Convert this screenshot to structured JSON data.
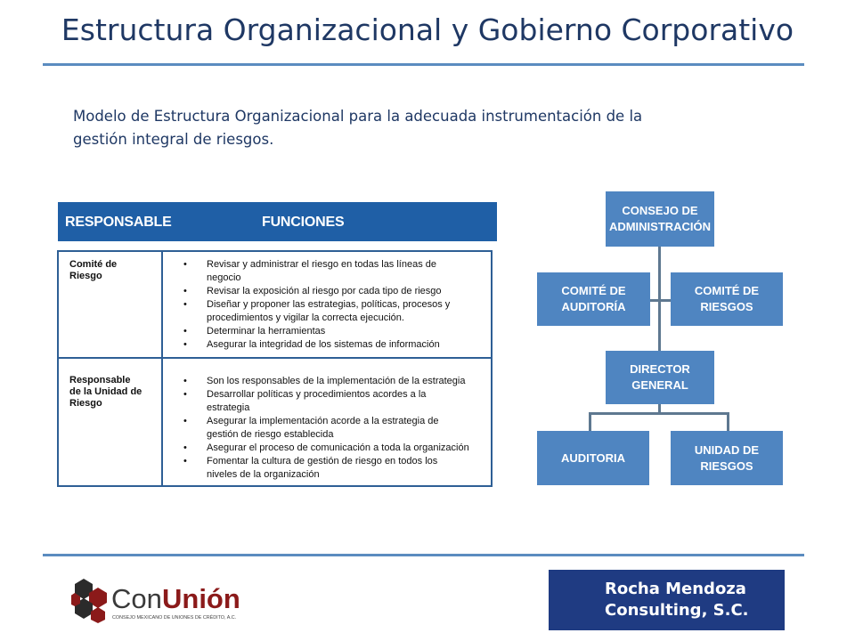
{
  "title": "Estructura Organizacional y Gobierno Corporativo",
  "subtitle_line1": "Modelo de Estructura Organizacional para la adecuada instrumentación de la",
  "subtitle_line2": "gestión integral de riesgos.",
  "table": {
    "headers": [
      "RESPONSABLE",
      "FUNCIONES"
    ],
    "rows": [
      {
        "responsable": [
          "Comité de",
          "Riesgo"
        ],
        "funciones": [
          [
            "Revisar y administrar el riesgo en todas las líneas de",
            "negocio"
          ],
          [
            "Revisar la exposición al riesgo por cada tipo de riesgo"
          ],
          [
            "Diseñar y proponer las estrategias, políticas, procesos y",
            "procedimientos y vigilar la correcta ejecución."
          ],
          [
            "Determinar la herramientas"
          ],
          [
            "Asegurar la integridad de los sistemas de información"
          ]
        ]
      },
      {
        "responsable": [
          "Responsable",
          "de la Unidad de",
          "Riesgo"
        ],
        "funciones": [
          [
            "Son los responsables de la implementación de la estrategia"
          ],
          [
            "Desarrollar políticas y procedimientos acordes a la",
            "estrategia"
          ],
          [
            "Asegurar la implementación acorde a la estrategia de",
            "gestión de riesgo establecida"
          ],
          [
            "Asegurar el proceso de comunicación a toda la organización"
          ],
          [
            "Fomentar la cultura de gestión de riesgo en todos los",
            "niveles de la organización"
          ]
        ]
      }
    ]
  },
  "org_chart": {
    "consejo": "CONSEJO DE\nADMINISTRACIÓN",
    "comite_auditoria": "COMITÉ DE\nAUDITORÍA",
    "comite_riesgos": "COMITÉ DE\nRIESGOS",
    "director": "DIRECTOR\nGENERAL",
    "auditoria": "AUDITORIA",
    "unidad_riesgos": "UNIDAD DE\nRIESGOS"
  },
  "logo": {
    "name_part1": "Con",
    "name_part2": "Unión",
    "tagline": "CONSEJO MEXICANO DE UNIONES DE CRÉDITO, A.C.",
    "colors": {
      "dark": "#2b2b2b",
      "red": "#8b1a1a"
    }
  },
  "brand": {
    "line1": "Rocha Mendoza",
    "line2": "Consulting, S.C."
  },
  "colors": {
    "title": "#1f3864",
    "rule": "#5b8cc0",
    "table_header": "#1f5fa6",
    "org_box": "#4f85c1",
    "brand_box": "#1f3b82"
  }
}
